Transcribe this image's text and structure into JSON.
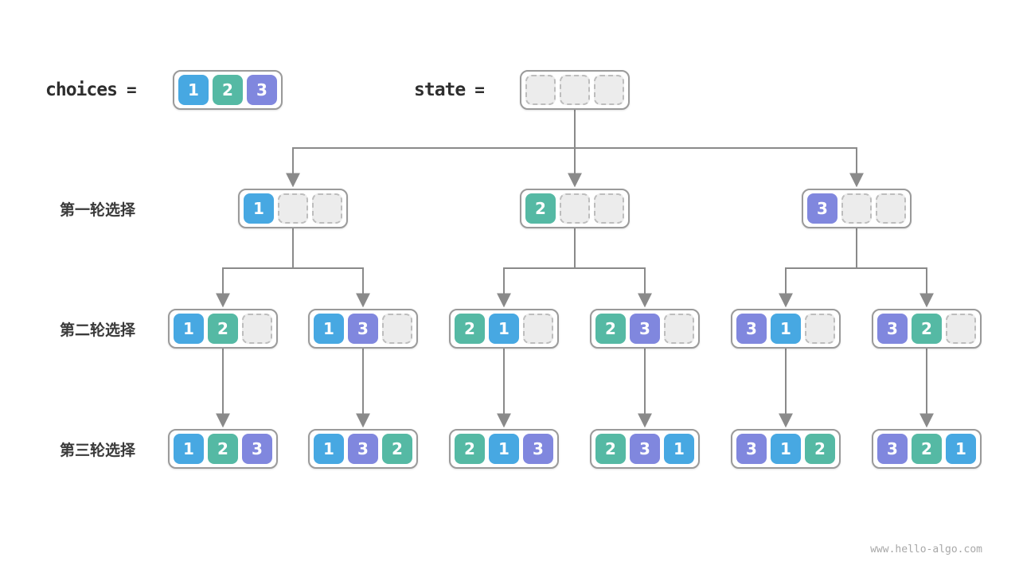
{
  "colors": {
    "c1": "#47A8E2",
    "c2": "#55B9A4",
    "c3": "#8087DE",
    "empty": "#ECECEC",
    "arrow": "#8A8A8A"
  },
  "header": {
    "choices_label": "choices",
    "equals": "=",
    "choices_values": [
      1,
      2,
      3
    ],
    "state_label": "state",
    "state_cells": [
      null,
      null,
      null
    ]
  },
  "rows": [
    {
      "label": "第一轮选择",
      "boxes": [
        [
          1,
          null,
          null
        ],
        [
          2,
          null,
          null
        ],
        [
          3,
          null,
          null
        ]
      ]
    },
    {
      "label": "第二轮选择",
      "boxes": [
        [
          1,
          2,
          null
        ],
        [
          1,
          3,
          null
        ],
        [
          2,
          1,
          null
        ],
        [
          2,
          3,
          null
        ],
        [
          3,
          1,
          null
        ],
        [
          3,
          2,
          null
        ]
      ]
    },
    {
      "label": "第三轮选择",
      "boxes": [
        [
          1,
          2,
          3
        ],
        [
          1,
          3,
          2
        ],
        [
          2,
          1,
          3
        ],
        [
          2,
          3,
          1
        ],
        [
          3,
          1,
          2
        ],
        [
          3,
          2,
          1
        ]
      ]
    }
  ],
  "footer": "www.hello-algo.com"
}
